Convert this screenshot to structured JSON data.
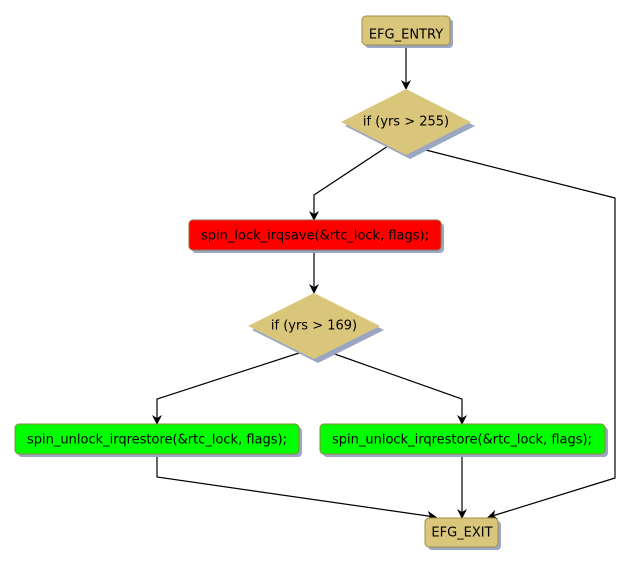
{
  "diagram": {
    "type": "control-flow-graph",
    "colors": {
      "terminal_fill": "#d9c67b",
      "terminal_stroke": "#a08c48",
      "decision_fill": "#d9c67b",
      "lock_fill": "#ff0000",
      "unlock_fill": "#00ff00",
      "box_stroke": "#9a8a50",
      "shadow": "#9aa6c4",
      "edge": "#000000"
    },
    "nodes": [
      {
        "id": "entry",
        "kind": "terminal",
        "label": "EFG_ENTRY"
      },
      {
        "id": "cond1",
        "kind": "decision",
        "label": "if (yrs > 255)"
      },
      {
        "id": "lock",
        "kind": "lock",
        "label": "spin_lock_irqsave(&rtc_lock, flags);"
      },
      {
        "id": "cond2",
        "kind": "decision",
        "label": "if (yrs > 169)"
      },
      {
        "id": "unlock_left",
        "kind": "unlock",
        "label": "spin_unlock_irqrestore(&rtc_lock, flags);"
      },
      {
        "id": "unlock_right",
        "kind": "unlock",
        "label": "spin_unlock_irqrestore(&rtc_lock, flags);"
      },
      {
        "id": "exit",
        "kind": "terminal",
        "label": "EFG_EXIT"
      }
    ],
    "edges": [
      {
        "from": "entry",
        "to": "cond1"
      },
      {
        "from": "cond1",
        "to": "lock"
      },
      {
        "from": "cond1",
        "to": "exit"
      },
      {
        "from": "lock",
        "to": "cond2"
      },
      {
        "from": "cond2",
        "to": "unlock_left"
      },
      {
        "from": "cond2",
        "to": "unlock_right"
      },
      {
        "from": "unlock_left",
        "to": "exit"
      },
      {
        "from": "unlock_right",
        "to": "exit"
      }
    ]
  }
}
